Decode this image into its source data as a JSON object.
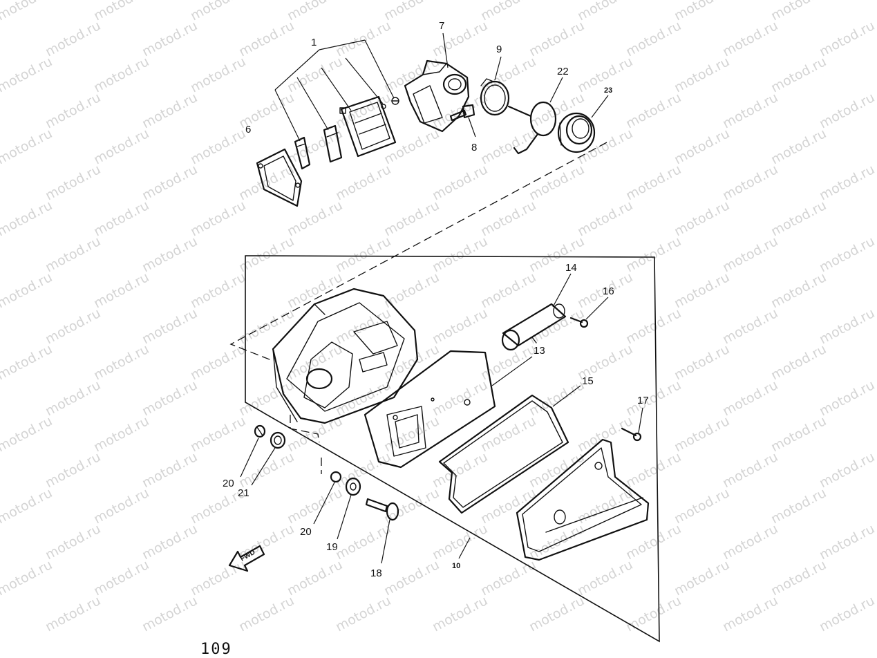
{
  "watermark": "motod.ru",
  "callouts": {
    "c1": "1",
    "c6": "6",
    "c7": "7",
    "c8": "8",
    "c9": "9",
    "c22": "22",
    "c23": "23",
    "c14": "14",
    "c16": "16",
    "c13": "13",
    "c15": "15",
    "c17": "17",
    "c20a": "20",
    "c21": "21",
    "c20b": "20",
    "c19": "19",
    "c18": "18",
    "c10": "10"
  },
  "fwd_label": "FWD",
  "page_number": "109"
}
